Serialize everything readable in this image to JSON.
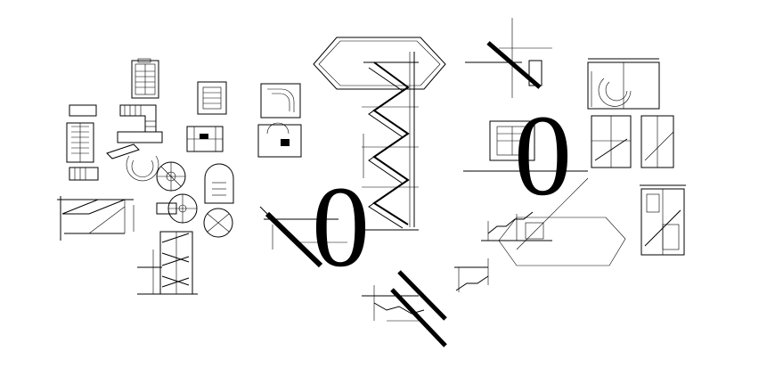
{
  "title": "",
  "watermark": {
    "glyph_left": "0",
    "glyph_right": "0"
  },
  "drawings": [
    {
      "name": "small-stair-plans-cluster"
    },
    {
      "name": "zigzag-stair-section"
    },
    {
      "name": "octagon-plan-outline"
    },
    {
      "name": "diagonal-stair-detail"
    },
    {
      "name": "spiral-stair-elevations"
    },
    {
      "name": "stair-sections-right"
    },
    {
      "name": "hexagon-plan-outline"
    }
  ]
}
